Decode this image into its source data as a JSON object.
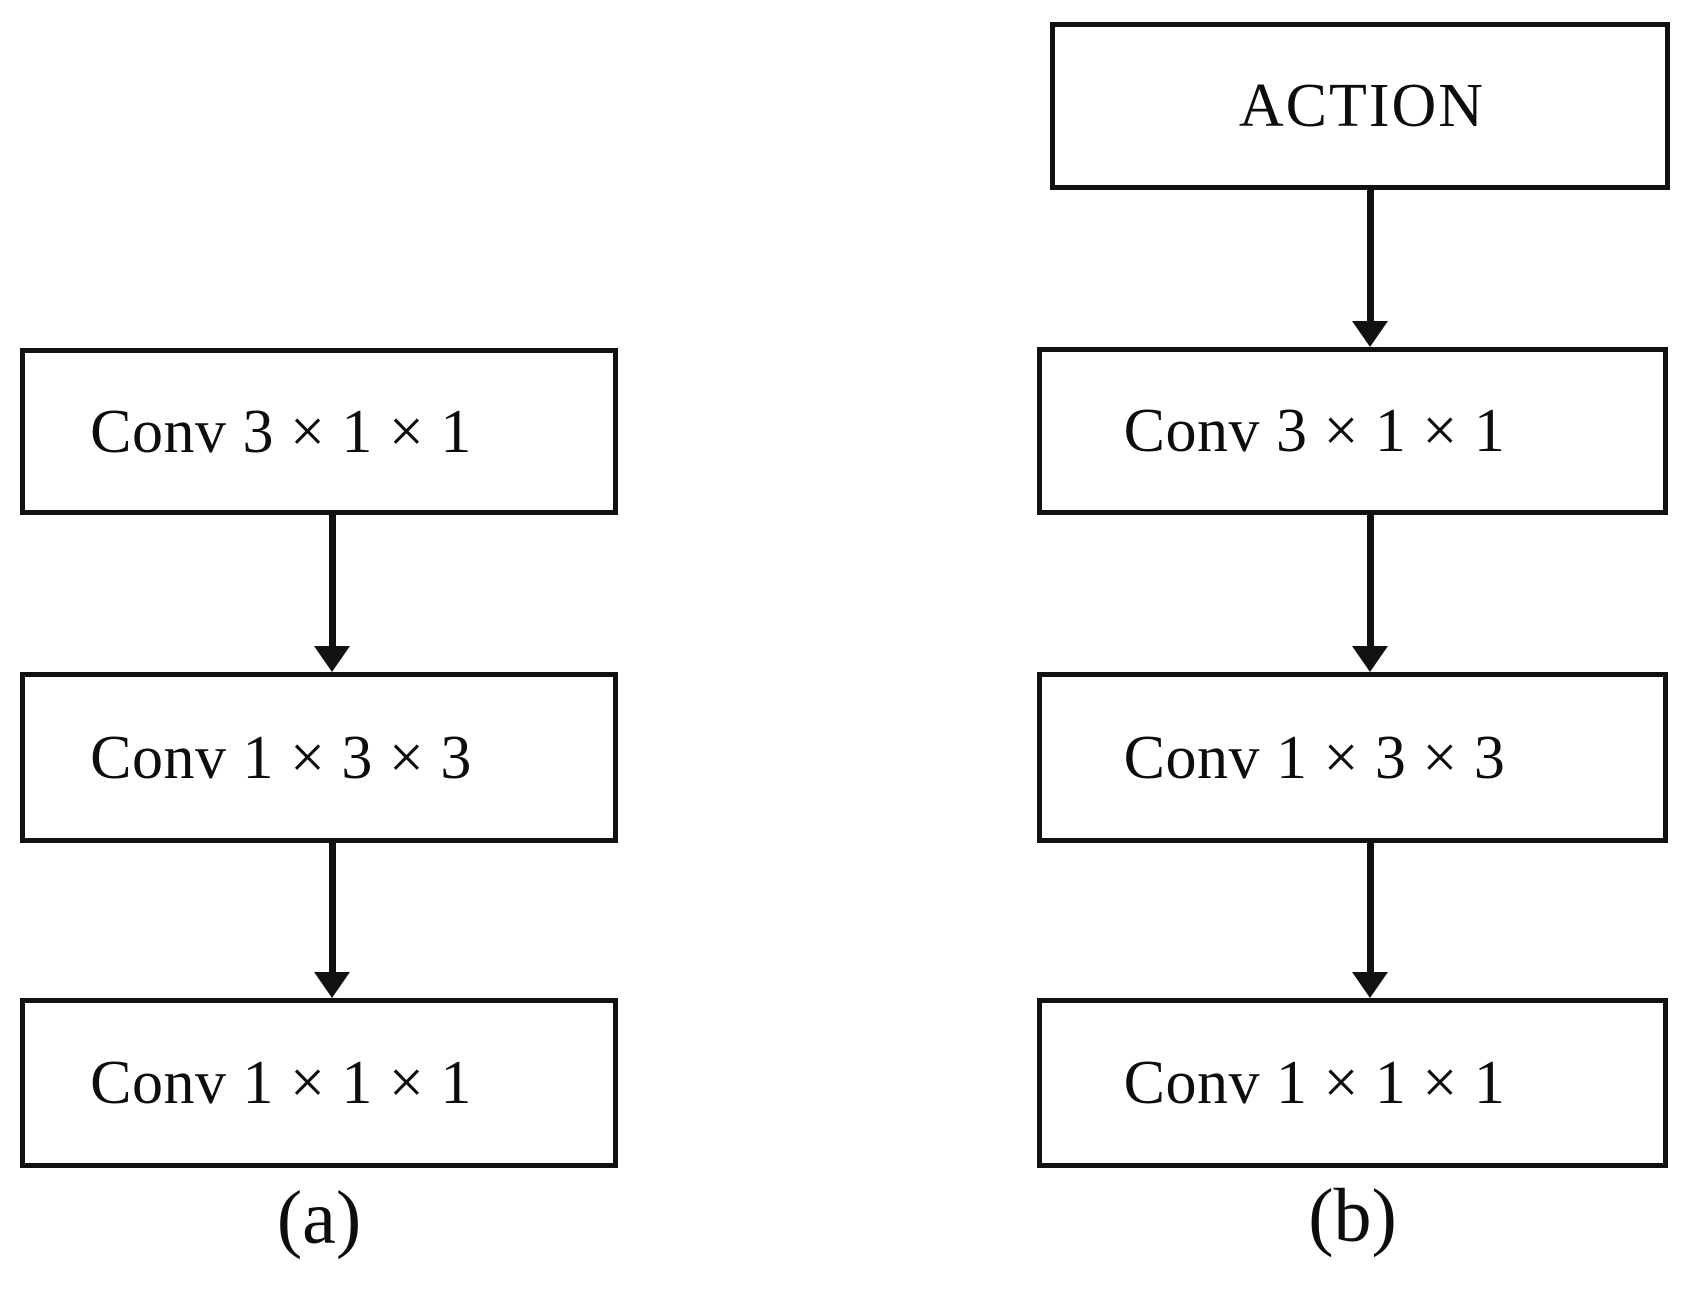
{
  "figure": {
    "background_color": "#ffffff",
    "stroke_color": "#111111",
    "text_color": "#0d0d0d",
    "panels": [
      {
        "caption": "(a)",
        "nodes": [
          {
            "label": "Conv 3 × 1 × 1"
          },
          {
            "label": "Conv 1 × 3 × 3"
          },
          {
            "label": "Conv 1 × 1 × 1"
          }
        ],
        "arrows": [
          {
            "from": "Conv 3 × 1 × 1",
            "to": "Conv 1 × 3 × 3"
          },
          {
            "from": "Conv 1 × 3 × 3",
            "to": "Conv 1 × 1 × 1"
          }
        ]
      },
      {
        "caption": "(b)",
        "nodes": [
          {
            "label": "ACTION"
          },
          {
            "label": "Conv 3 × 1 × 1"
          },
          {
            "label": "Conv 1 × 3 × 3"
          },
          {
            "label": "Conv 1 × 1 × 1"
          }
        ],
        "arrows": [
          {
            "from": "ACTION",
            "to": "Conv 3 × 1 × 1"
          },
          {
            "from": "Conv 3 × 1 × 1",
            "to": "Conv 1 × 3 × 3"
          },
          {
            "from": "Conv 1 × 3 × 3",
            "to": "Conv 1 × 1 × 1"
          }
        ]
      }
    ]
  }
}
